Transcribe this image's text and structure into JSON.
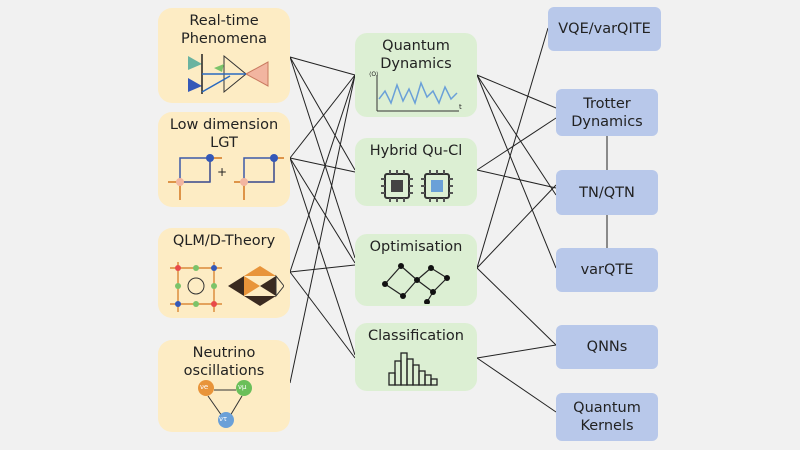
{
  "left_boxes": [
    {
      "id": "realtime",
      "label": "Real-time\nPhenomena"
    },
    {
      "id": "lowdim",
      "label": "Low dimension\nLGT"
    },
    {
      "id": "qlm",
      "label": "QLM/D-Theory"
    },
    {
      "id": "neutrino",
      "label": "Neutrino\noscillations"
    }
  ],
  "mid_boxes": [
    {
      "id": "qdyn",
      "label": "Quantum\nDynamics"
    },
    {
      "id": "hybrid",
      "label": "Hybrid Qu-Cl"
    },
    {
      "id": "optim",
      "label": "Optimisation"
    },
    {
      "id": "classif",
      "label": "Classification"
    }
  ],
  "right_boxes": [
    {
      "id": "vqe",
      "label": "VQE/varQITE"
    },
    {
      "id": "trotter",
      "label": "Trotter\nDynamics"
    },
    {
      "id": "tn",
      "label": "TN/QTN"
    },
    {
      "id": "varqte",
      "label": "varQTE"
    },
    {
      "id": "qnn",
      "label": "QNNs"
    },
    {
      "id": "qk",
      "label": "Quantum\nKernels"
    }
  ],
  "icon_text": {
    "plot_y": "⟨O⟩",
    "plot_x": "t",
    "plus": "+",
    "nu_e": "νe",
    "nu_mu": "νμ",
    "nu_tau": "ντ"
  },
  "colors": {
    "left_fill": "#fdecc4",
    "mid_fill": "#dcefd3",
    "right_fill": "#b8c8ea",
    "edge": "#222222",
    "plot_line": "#6aa0d8"
  }
}
